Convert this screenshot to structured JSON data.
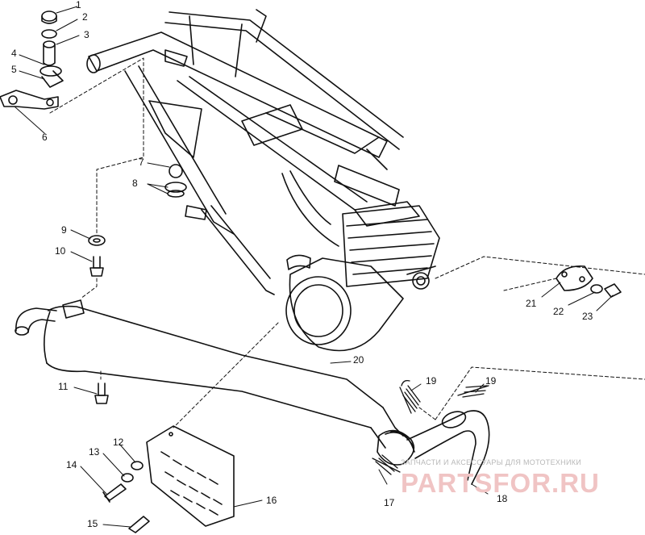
{
  "callouts": {
    "n1": "1",
    "n2": "2",
    "n3": "3",
    "n4": "4",
    "n5": "5",
    "n6": "6",
    "n7": "7",
    "n8": "8",
    "n9": "9",
    "n10": "10",
    "n11": "11",
    "n12": "12",
    "n13": "13",
    "n14": "14",
    "n15": "15",
    "n16": "16",
    "n17": "17",
    "n18": "18",
    "n19a": "19",
    "n19b": "19",
    "n20": "20",
    "n21": "21",
    "n22": "22",
    "n23": "23"
  },
  "watermark": {
    "tagline": "ЗАПЧАСТИ И АКСЕССУАРЫ ДЛЯ МОТОТЕХНИКИ",
    "logo": "PARTSFOR.RU"
  }
}
